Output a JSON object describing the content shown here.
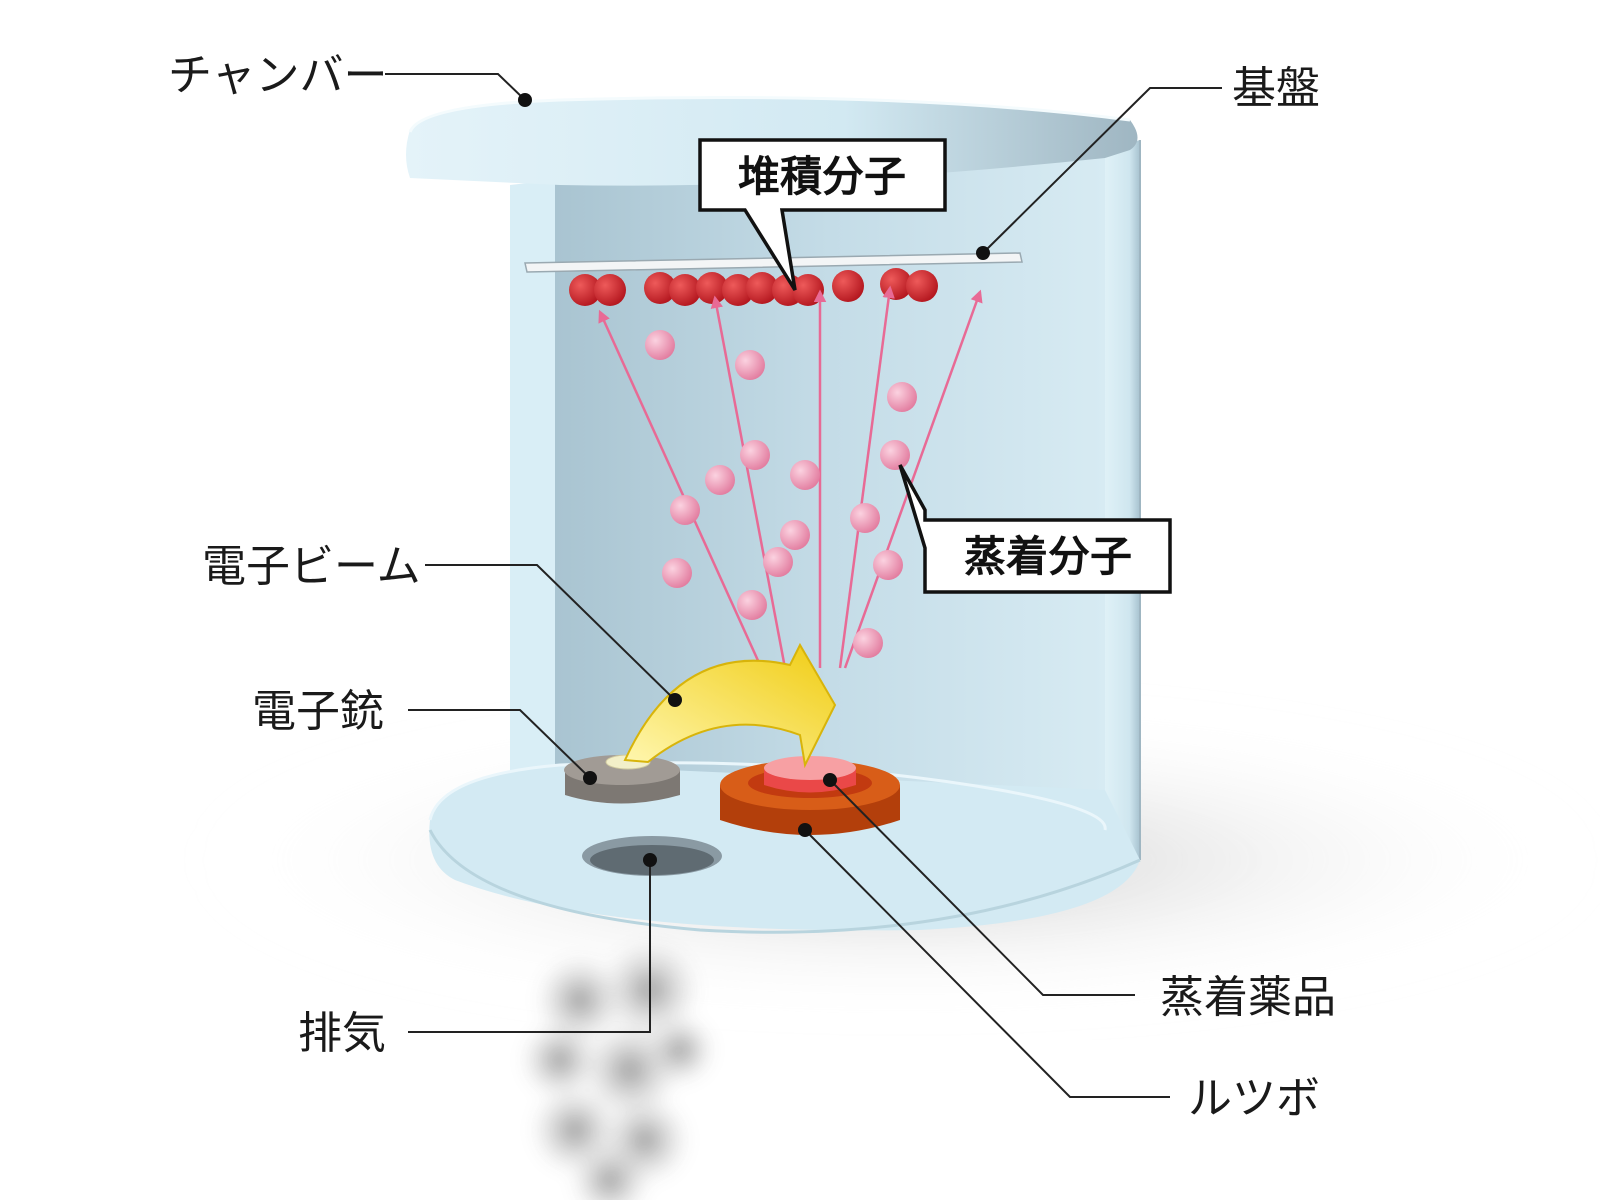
{
  "labels": {
    "chamber": "チャンバー",
    "substrate": "基盤",
    "deposited_molecules": "堆積分子",
    "evaporated_molecules": "蒸着分子",
    "electron_beam": "電子ビーム",
    "electron_gun": "電子銃",
    "exhaust": "排気",
    "evaporation_material": "蒸着薬品",
    "crucible": "ルツボ"
  },
  "colors": {
    "chamber": "#d6ecf3",
    "chamber_shade": "#a9c6d3",
    "deposited_molecule": "#c8242b",
    "evaporated_molecule": "#ec8fad",
    "trajectory_arrow": "#e86a95",
    "beam": "#f2d21e",
    "crucible": "#c9480f",
    "material": "#f26a6e",
    "gun": "#8a8580",
    "exhaust_smoke": "#8c8c8c"
  }
}
